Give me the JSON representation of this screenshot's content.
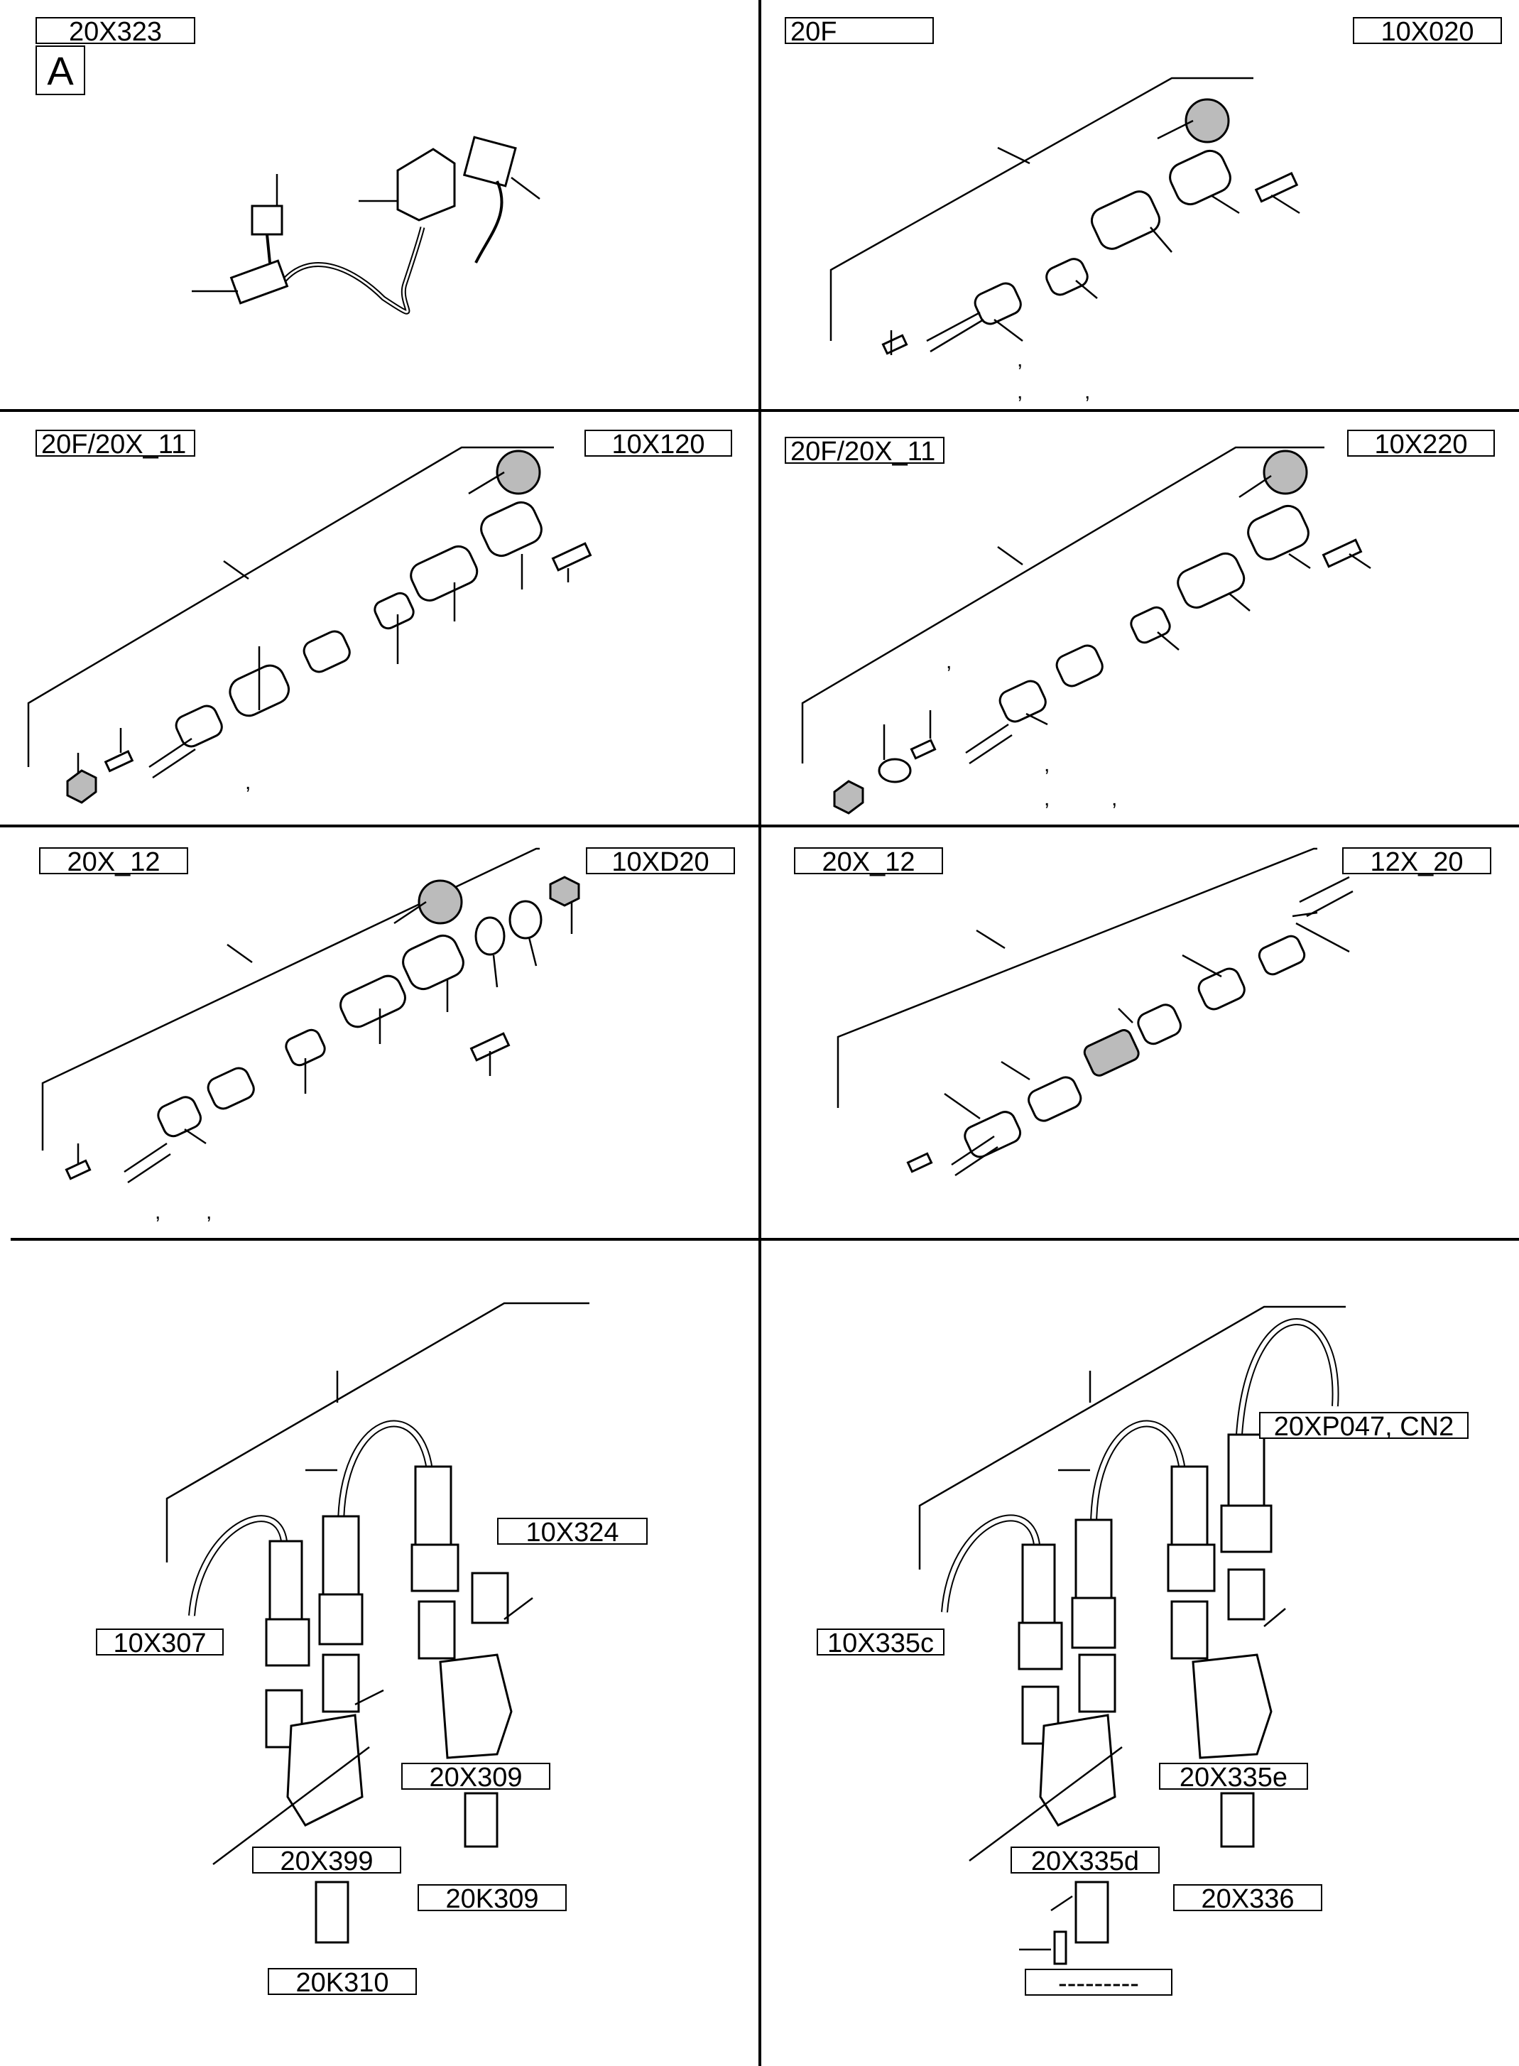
{
  "panels": {
    "p1": {
      "labels": [
        "20X323"
      ],
      "marker": "A"
    },
    "p2": {
      "labels": [
        "20F",
        "10X020"
      ]
    },
    "p3": {
      "labels": [
        "20F/20X_11",
        "10X120"
      ]
    },
    "p4": {
      "labels": [
        "20F/20X_11",
        "10X220"
      ]
    },
    "p5": {
      "labels": [
        "20X_12",
        "10XD20"
      ]
    },
    "p6": {
      "labels": [
        "20X_12",
        "12X_20"
      ]
    },
    "p7": {
      "labels": [
        "10X324",
        "10X307",
        "20X309",
        "20X399",
        "20K309",
        "20K310"
      ]
    },
    "p8": {
      "labels": [
        "20XP047, CN2",
        "10X335c",
        "20X335e",
        "20X335d",
        "20X336",
        "---------"
      ]
    }
  },
  "commas": [
    ",",
    ",",
    ",",
    ",",
    ",",
    ",",
    ",",
    ",",
    ",",
    ","
  ]
}
